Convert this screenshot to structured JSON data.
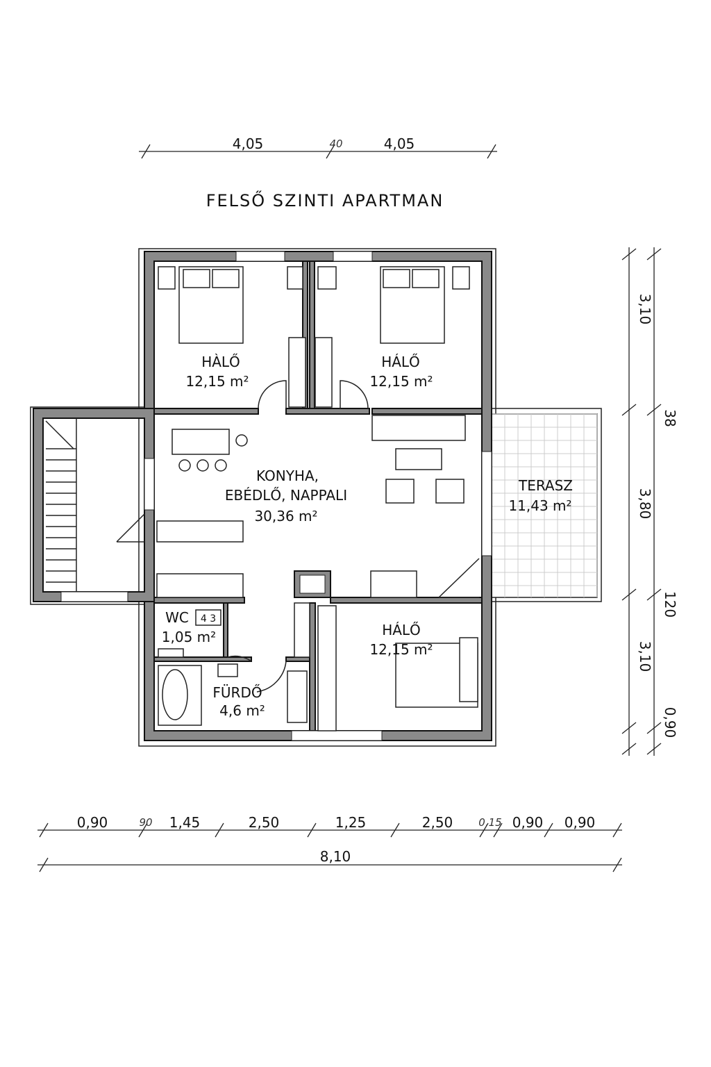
{
  "title": "FELSŐ SZINTI APARTMAN",
  "top_dimensions": [
    "4,05",
    "40",
    "4,05"
  ],
  "right_dimensions": {
    "outer": [
      "3,10",
      "3,80",
      "3,10"
    ],
    "inner": [
      "38",
      "120",
      "0,90"
    ]
  },
  "bottom_dimensions": [
    "0,90",
    "90",
    "1,45",
    "2,50",
    "1,25",
    "2,50",
    "0,15",
    "0,90",
    "0,90"
  ],
  "total_width": "8,10",
  "rooms": [
    {
      "name": "HÀLŐ",
      "area": "12,15 m²"
    },
    {
      "name": "HÁLŐ",
      "area": "12,15 m²"
    },
    {
      "name_lines": [
        "KONYHA,",
        "EBÉDLŐ, NAPPALI"
      ],
      "area": "30,36 m²"
    },
    {
      "name": "TERASZ",
      "area": "11,43 m²"
    },
    {
      "name": "WC",
      "area": "1,05 m²",
      "tag": "4 3"
    },
    {
      "name": "FÜRDŐ",
      "area": "4,6 m²"
    },
    {
      "name": "HÁLŐ",
      "area": "12,15 m²"
    }
  ]
}
